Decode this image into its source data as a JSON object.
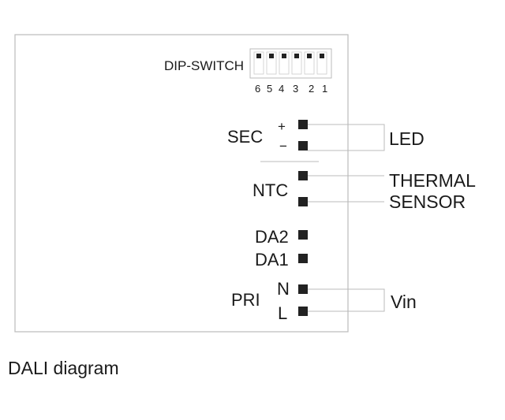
{
  "dip_switch": {
    "label": "DIP-SWITCH",
    "numbers": [
      "6",
      "5",
      "4",
      "3",
      "2",
      "1"
    ]
  },
  "groups": {
    "sec": "SEC",
    "sec_plus": "+",
    "sec_minus": "−",
    "ntc": "NTC",
    "da2": "DA2",
    "da1": "DA1",
    "pri": "PRI",
    "pri_n": "N",
    "pri_l": "L"
  },
  "outputs": {
    "led": "LED",
    "thermal": "THERMAL",
    "sensor": "SENSOR",
    "vin": "Vin"
  },
  "caption": "DALI diagram",
  "colors": {
    "line": "#bbbbbb",
    "terminal": "#222222",
    "text": "#1a1a1a"
  }
}
